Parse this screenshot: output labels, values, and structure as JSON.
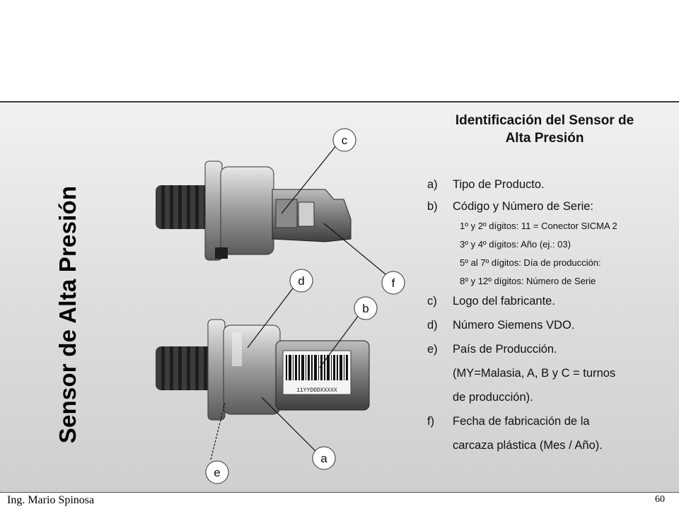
{
  "slide": {
    "vertical_title": "Sensor de Alta Presión",
    "heading_line1": "Identificación del Sensor de",
    "heading_line2": "Alta Presión",
    "items": [
      {
        "letter": "a)",
        "text": "Tipo de Producto."
      },
      {
        "letter": "b)",
        "text": "Código y Número de Serie:"
      },
      {
        "letter": "c)",
        "text": "Logo del fabricante."
      },
      {
        "letter": "d)",
        "text": "Número Siemens VDO."
      },
      {
        "letter": "e)",
        "text": "País de Producción."
      },
      {
        "letter": "f)",
        "text": "Fecha de fabricación de la"
      }
    ],
    "serial_details": [
      "1º y  2º dígitos: 11 = Conector SICMA 2",
      "3º y  4º dígitos: Año (ej.: 03)",
      "5º al  7º dígitos: Día de producción:",
      "8º y  12º dígitos: Número de Serie"
    ],
    "e_continuation": [
      "(MY=Malasia, A, B y C = turnos",
      "de producción)."
    ],
    "f_continuation": "carcaza plástica (Mes / Año)."
  },
  "figure": {
    "callouts": [
      "a",
      "b",
      "c",
      "d",
      "e",
      "f"
    ],
    "barcode_text": "11YYDDDXXXXX"
  },
  "footer": {
    "author": "Ing. Mario Spinosa",
    "page_number": "60"
  }
}
